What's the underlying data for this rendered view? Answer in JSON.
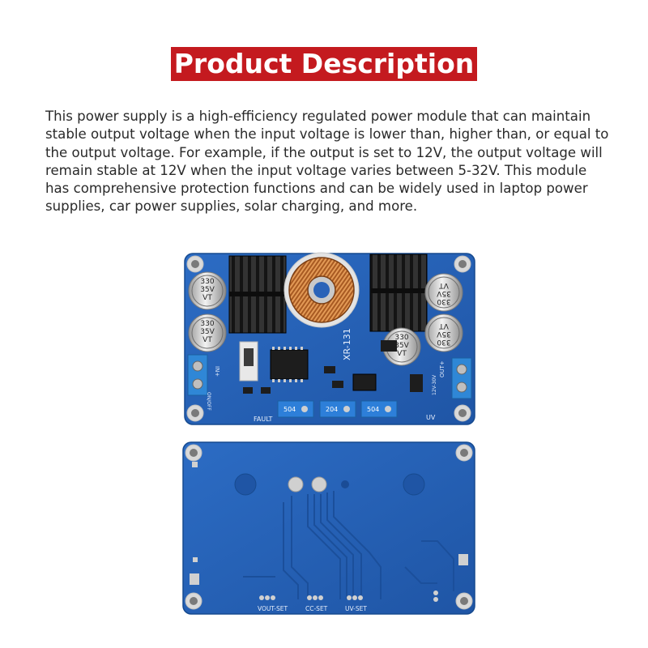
{
  "header": {
    "title": "Product Description"
  },
  "description": {
    "text": "This power supply is a high-efficiency regulated power module that can maintain stable output voltage when the input voltage is lower than, higher than, or equal to the output voltage. For example, if the output is set to 12V, the output voltage will remain stable at 12V when the input voltage varies between 5-32V. This module has comprehensive protection functions and can be widely used in laptop power supplies, car power supplies, solar charging, and more."
  },
  "front_board": {
    "capacitor_label_1": "330",
    "capacitor_label_2": "35V",
    "capacitor_label_3": "VT",
    "model_label": "XR-131",
    "in_label": "IN+",
    "out_label": "OUT+",
    "onoff_label": "ON/OFF",
    "fault_label": "FAULT",
    "pot_label_1": "504",
    "pot_label_2": "204",
    "pot_label_3": "504",
    "uv_label": "UV",
    "range_label": "12V-30V"
  },
  "back_board": {
    "vout_set": "VOUT-SET",
    "cc_set": "CC-SET",
    "uv_set": "UV-SET"
  },
  "colors": {
    "title_bg": "#c41a1f",
    "pcb_blue": "#2a63b8",
    "heatsink": "#1e1e1e",
    "terminal": "#2f87d6"
  }
}
